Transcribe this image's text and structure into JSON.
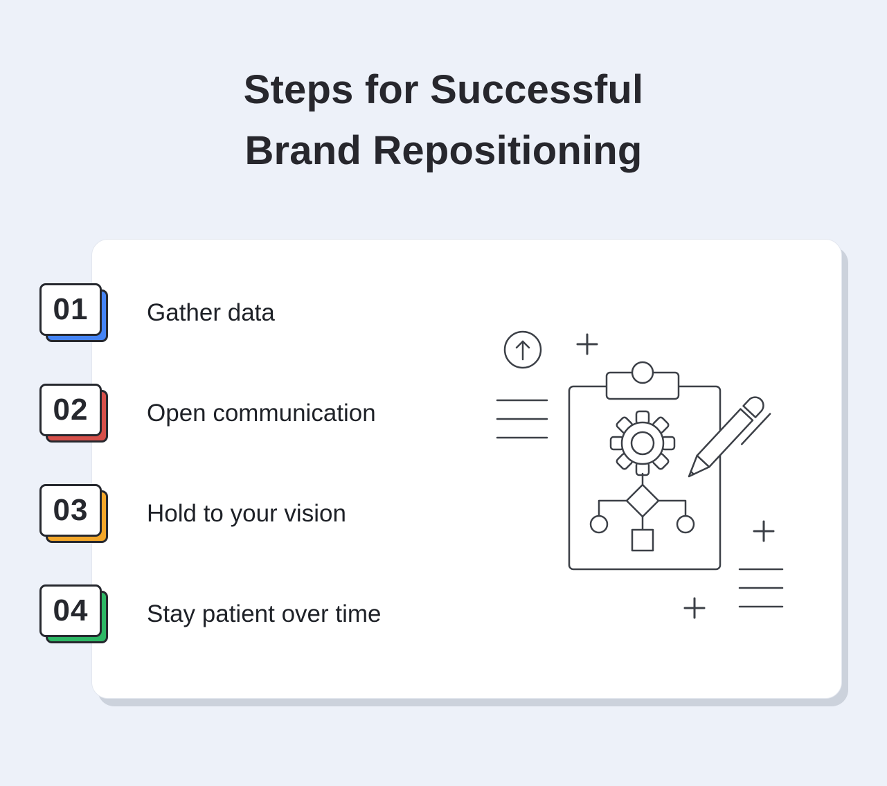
{
  "colors": {
    "background": "#edf1f9",
    "card": "#ffffff",
    "card_shadow": "#ccd2dc",
    "text": "#26282e",
    "line_art": "#3c4047"
  },
  "header": {
    "title_line1": "Steps for Successful",
    "title_line2": "Brand Repositioning"
  },
  "steps": [
    {
      "number": "01",
      "label": "Gather data",
      "accent": "#4584f4"
    },
    {
      "number": "02",
      "label": "Open communication",
      "accent": "#d6504a"
    },
    {
      "number": "03",
      "label": "Hold to your vision",
      "accent": "#f3a72a"
    },
    {
      "number": "04",
      "label": "Stay patient over time",
      "accent": "#2eb765"
    }
  ],
  "illustration": {
    "icons": [
      "up-arrow-circle-icon",
      "plus-icon",
      "list-lines-icon",
      "clipboard-icon",
      "gear-icon",
      "flowchart-icon",
      "pencil-icon"
    ]
  }
}
